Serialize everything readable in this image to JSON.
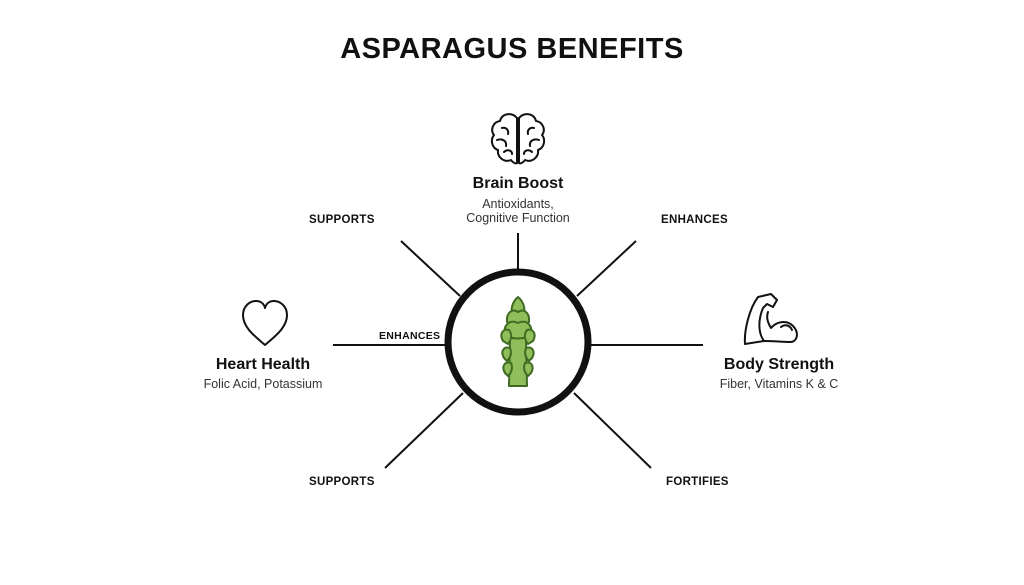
{
  "title": "ASPARAGUS BENEFITS",
  "center": {
    "icon": "asparagus-icon"
  },
  "nodes": [
    {
      "id": "brain",
      "icon": "brain-icon",
      "title": "Brain Boost",
      "desc_lines": [
        "Antioxidants,",
        "Cognitive Function"
      ]
    },
    {
      "id": "heart",
      "icon": "heart-icon",
      "title": "Heart Health",
      "desc_lines": [
        "Folic Acid, Potassium"
      ]
    },
    {
      "id": "strength",
      "icon": "flexed-arm-icon",
      "title": "Body Strength",
      "desc_lines": [
        "Fiber, Vitamins K & C"
      ]
    }
  ],
  "connector_labels": {
    "top_left": "SUPPORTS",
    "top_right": "ENHANCES",
    "left": "ENHANCES",
    "bottom_left": "SUPPORTS",
    "bottom_right": "FORTIFIES"
  },
  "colors": {
    "line": "#111111",
    "asparagus_fill": "#8fbe5a",
    "asparagus_stroke": "#3f6b22"
  }
}
